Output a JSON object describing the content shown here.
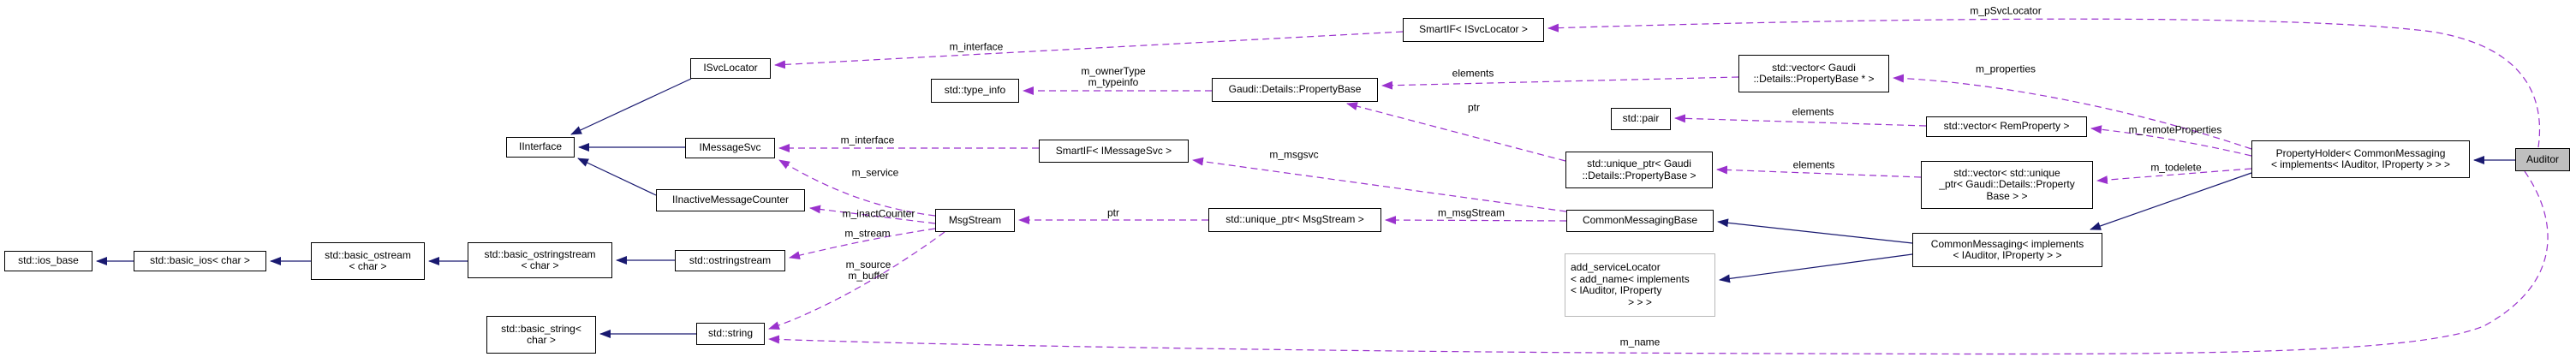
{
  "diagram": {
    "kind": "collaboration-graph",
    "main_class": "Auditor",
    "colors": {
      "inheritance": "#191970",
      "usage": "#9a32cd",
      "node_fill": "#ffffff",
      "node_border": "#000000",
      "main_node_fill": "#bfbfbf",
      "truncated_node_border": "#b9b9b9",
      "background": "#ffffff"
    },
    "nodes": [
      {
        "id": "ios-base",
        "lines": [
          "std::ios_base"
        ],
        "style": "normal"
      },
      {
        "id": "basic-ios",
        "lines": [
          "std::basic_ios< char >"
        ],
        "style": "normal"
      },
      {
        "id": "basic-ostream",
        "lines": [
          "std::basic_ostream",
          "< char >"
        ],
        "style": "normal"
      },
      {
        "id": "basic-ostringstream",
        "lines": [
          "std::basic_ostringstream",
          "< char >"
        ],
        "style": "normal"
      },
      {
        "id": "ostringstream",
        "lines": [
          "std::ostringstream"
        ],
        "style": "normal"
      },
      {
        "id": "basic-string",
        "lines": [
          "std::basic_string<",
          "char >"
        ],
        "style": "normal"
      },
      {
        "id": "std-string",
        "lines": [
          "std::string"
        ],
        "style": "normal"
      },
      {
        "id": "iinterface",
        "lines": [
          "IInterface"
        ],
        "style": "normal"
      },
      {
        "id": "isvclocator",
        "lines": [
          "ISvcLocator"
        ],
        "style": "normal"
      },
      {
        "id": "imessagesvc",
        "lines": [
          "IMessageSvc"
        ],
        "style": "normal"
      },
      {
        "id": "iinactive-message-counter",
        "lines": [
          "IInactiveMessageCounter"
        ],
        "style": "normal"
      },
      {
        "id": "msgstream",
        "lines": [
          "MsgStream"
        ],
        "style": "normal"
      },
      {
        "id": "smartif-imessagesvc",
        "lines": [
          "SmartIF< IMessageSvc >"
        ],
        "style": "normal"
      },
      {
        "id": "type-info",
        "lines": [
          "std::type_info"
        ],
        "style": "normal"
      },
      {
        "id": "property-base",
        "lines": [
          "Gaudi::Details::PropertyBase"
        ],
        "style": "normal"
      },
      {
        "id": "smartif-isvclocator",
        "lines": [
          "SmartIF< ISvcLocator >"
        ],
        "style": "normal"
      },
      {
        "id": "unique-ptr-msgstream",
        "lines": [
          "std::unique_ptr< MsgStream >"
        ],
        "style": "normal"
      },
      {
        "id": "common-messaging-base",
        "lines": [
          "CommonMessagingBase"
        ],
        "style": "normal"
      },
      {
        "id": "add-service-locator",
        "lines": [
          "add_serviceLocator",
          "< add_name< implements",
          "< IAuditor, IProperty",
          "> > >"
        ],
        "style": "truncated"
      },
      {
        "id": "std-pair",
        "lines": [
          "std::pair"
        ],
        "style": "normal"
      },
      {
        "id": "unique-ptr-property-base",
        "lines": [
          "std::unique_ptr< Gaudi",
          "::Details::PropertyBase >"
        ],
        "style": "normal"
      },
      {
        "id": "vector-property-base-ptr",
        "lines": [
          "std::vector< Gaudi",
          "::Details::PropertyBase * >"
        ],
        "style": "normal"
      },
      {
        "id": "vector-rem-property",
        "lines": [
          "std::vector< RemProperty >"
        ],
        "style": "normal"
      },
      {
        "id": "vector-unique-ptr",
        "lines": [
          "std::vector< std::unique",
          "_ptr< Gaudi::Details::Property",
          "Base > >"
        ],
        "style": "normal"
      },
      {
        "id": "common-messaging",
        "lines": [
          "CommonMessaging< implements",
          "< IAuditor, IProperty > >"
        ],
        "style": "normal"
      },
      {
        "id": "property-holder",
        "lines": [
          "PropertyHolder< CommonMessaging",
          "< implements< IAuditor, IProperty > > >"
        ],
        "style": "normal"
      },
      {
        "id": "auditor",
        "lines": [
          "Auditor"
        ],
        "style": "main"
      }
    ],
    "edges": [
      {
        "id": "i1",
        "from": "basic-ios",
        "to": "ios-base",
        "kind": "inheritance"
      },
      {
        "id": "i2",
        "from": "basic-ostream",
        "to": "basic-ios",
        "kind": "inheritance"
      },
      {
        "id": "i3",
        "from": "basic-ostringstream",
        "to": "basic-ostream",
        "kind": "inheritance"
      },
      {
        "id": "i4",
        "from": "ostringstream",
        "to": "basic-ostringstream",
        "kind": "inheritance"
      },
      {
        "id": "i5",
        "from": "std-string",
        "to": "basic-string",
        "kind": "inheritance"
      },
      {
        "id": "i6",
        "from": "isvclocator",
        "to": "iinterface",
        "kind": "inheritance"
      },
      {
        "id": "i7",
        "from": "imessagesvc",
        "to": "iinterface",
        "kind": "inheritance"
      },
      {
        "id": "i8",
        "from": "iinactive-message-counter",
        "to": "iinterface",
        "kind": "inheritance"
      },
      {
        "id": "i9",
        "from": "common-messaging",
        "to": "common-messaging-base",
        "kind": "inheritance"
      },
      {
        "id": "i10",
        "from": "common-messaging",
        "to": "add-service-locator",
        "kind": "inheritance"
      },
      {
        "id": "i11",
        "from": "property-holder",
        "to": "common-messaging",
        "kind": "inheritance"
      },
      {
        "id": "i12",
        "from": "auditor",
        "to": "property-holder",
        "kind": "inheritance"
      },
      {
        "id": "u1",
        "from": "smartif-isvclocator",
        "to": "isvclocator",
        "kind": "usage",
        "label_lines": [
          "m_interface"
        ]
      },
      {
        "id": "u2",
        "from": "auditor",
        "to": "smartif-isvclocator",
        "kind": "usage",
        "label_lines": [
          "m_pSvcLocator"
        ]
      },
      {
        "id": "u3",
        "from": "property-base",
        "to": "type-info",
        "kind": "usage",
        "label_lines": [
          "m_ownerType",
          "m_typeinfo"
        ]
      },
      {
        "id": "u4",
        "from": "vector-property-base-ptr",
        "to": "property-base",
        "kind": "usage",
        "label_lines": [
          "elements"
        ]
      },
      {
        "id": "u5",
        "from": "unique-ptr-property-base",
        "to": "property-base",
        "kind": "usage",
        "label_lines": [
          "ptr"
        ]
      },
      {
        "id": "u6",
        "from": "property-holder",
        "to": "vector-property-base-ptr",
        "kind": "usage",
        "label_lines": [
          "m_properties"
        ]
      },
      {
        "id": "u7",
        "from": "vector-rem-property",
        "to": "std-pair",
        "kind": "usage",
        "label_lines": [
          "elements"
        ]
      },
      {
        "id": "u8",
        "from": "property-holder",
        "to": "vector-rem-property",
        "kind": "usage",
        "label_lines": [
          "m_remoteProperties"
        ]
      },
      {
        "id": "u9",
        "from": "vector-unique-ptr",
        "to": "unique-ptr-property-base",
        "kind": "usage",
        "label_lines": [
          "elements"
        ]
      },
      {
        "id": "u10",
        "from": "property-holder",
        "to": "vector-unique-ptr",
        "kind": "usage",
        "label_lines": [
          "m_todelete"
        ]
      },
      {
        "id": "u11",
        "from": "smartif-imessagesvc",
        "to": "imessagesvc",
        "kind": "usage",
        "label_lines": [
          "m_interface"
        ]
      },
      {
        "id": "u12",
        "from": "common-messaging-base",
        "to": "smartif-imessagesvc",
        "kind": "usage",
        "label_lines": [
          "m_msgsvc"
        ]
      },
      {
        "id": "u13",
        "from": "msgstream",
        "to": "imessagesvc",
        "kind": "usage",
        "label_lines": [
          "m_service"
        ]
      },
      {
        "id": "u14",
        "from": "msgstream",
        "to": "iinactive-message-counter",
        "kind": "usage",
        "label_lines": [
          "m_inactCounter"
        ]
      },
      {
        "id": "u15",
        "from": "msgstream",
        "to": "ostringstream",
        "kind": "usage",
        "label_lines": [
          "m_stream"
        ]
      },
      {
        "id": "u16",
        "from": "msgstream",
        "to": "std-string",
        "kind": "usage",
        "label_lines": [
          "m_source",
          "m_buffer"
        ]
      },
      {
        "id": "u17",
        "from": "unique-ptr-msgstream",
        "to": "msgstream",
        "kind": "usage",
        "label_lines": [
          "ptr"
        ]
      },
      {
        "id": "u18",
        "from": "common-messaging-base",
        "to": "unique-ptr-msgstream",
        "kind": "usage",
        "label_lines": [
          "m_msgStream"
        ]
      },
      {
        "id": "u19",
        "from": "auditor",
        "to": "std-string",
        "kind": "usage",
        "label_lines": [
          "m_name"
        ]
      }
    ]
  }
}
